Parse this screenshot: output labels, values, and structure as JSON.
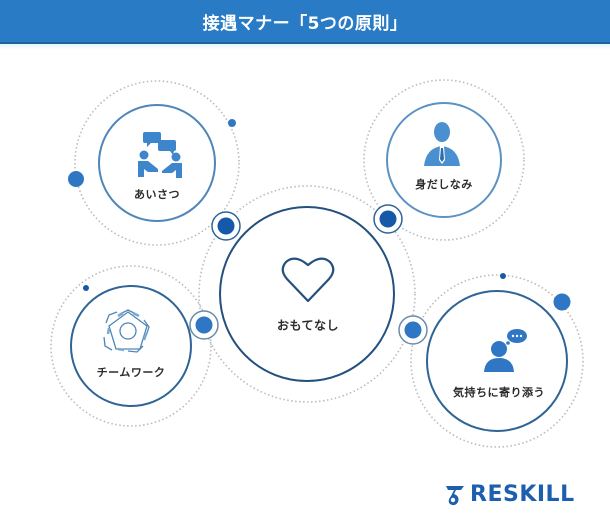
{
  "header": {
    "title": "接遇マナー「5つの原則」"
  },
  "colors": {
    "header_bg": "#2a7bc6",
    "ring_stroke": "#2f6496",
    "ring_stroke_light": "#4f86b8",
    "dot_dark": "#1659a8",
    "dot_mid": "#2f77c4",
    "icon_fill": "#3d86cc",
    "dotted": "#b8bcc0",
    "logo": "#1d5fae"
  },
  "principles": [
    {
      "id": "aisatsu",
      "label": "あいさつ",
      "icon": "handshake-speech-icon"
    },
    {
      "id": "midashinami",
      "label": "身だしなみ",
      "icon": "businessman-icon"
    },
    {
      "id": "omotenashi",
      "label": "おもてなし",
      "icon": "heart-icon",
      "center": true
    },
    {
      "id": "teamwork",
      "label": "チームワーク",
      "icon": "teamwork-hands-icon"
    },
    {
      "id": "kimochi",
      "label": "気持ちに寄り添う",
      "icon": "person-thought-bubble-icon"
    }
  ],
  "logo": {
    "text": "RESKILL",
    "icon": "reskill-logo-icon"
  }
}
